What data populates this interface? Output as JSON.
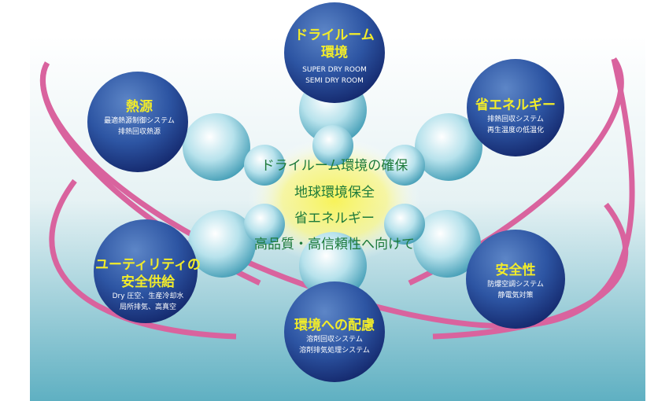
{
  "nodes": {
    "top": {
      "title": [
        "ドライルーム",
        "環境"
      ],
      "items": [
        "SUPER DRY ROOM",
        "SEMI DRY ROOM"
      ]
    },
    "top_left": {
      "title": [
        "熱源"
      ],
      "items": [
        "最適熱源制御システム",
        "排熱回収熱源"
      ]
    },
    "top_right": {
      "title": [
        "省エネルギー"
      ],
      "items": [
        "排熱回収システム",
        "再生温度の低温化"
      ]
    },
    "bottom_left": {
      "title": [
        "ユーティリティの",
        "安全供給"
      ],
      "items": [
        "Dry 圧空、生産冷却水",
        "局所排気、高真空"
      ]
    },
    "bottom_right": {
      "title": [
        "安全性"
      ],
      "items": [
        "防爆空調システム",
        "静電気対策"
      ]
    },
    "bottom": {
      "title": [
        "環境への配慮"
      ],
      "items": [
        "溶剤回収システム",
        "溶剤排気処理システム"
      ]
    }
  },
  "center": [
    "ドライルーム環境の確保",
    "地球環境保全",
    "省エネルギー",
    "高品質・高信頼性へ向けて"
  ],
  "colors": {
    "ring": "#d9639e",
    "title": "#f2ec2a",
    "center_text": "#1d7a3a",
    "sphere": "#1f3f8f"
  }
}
